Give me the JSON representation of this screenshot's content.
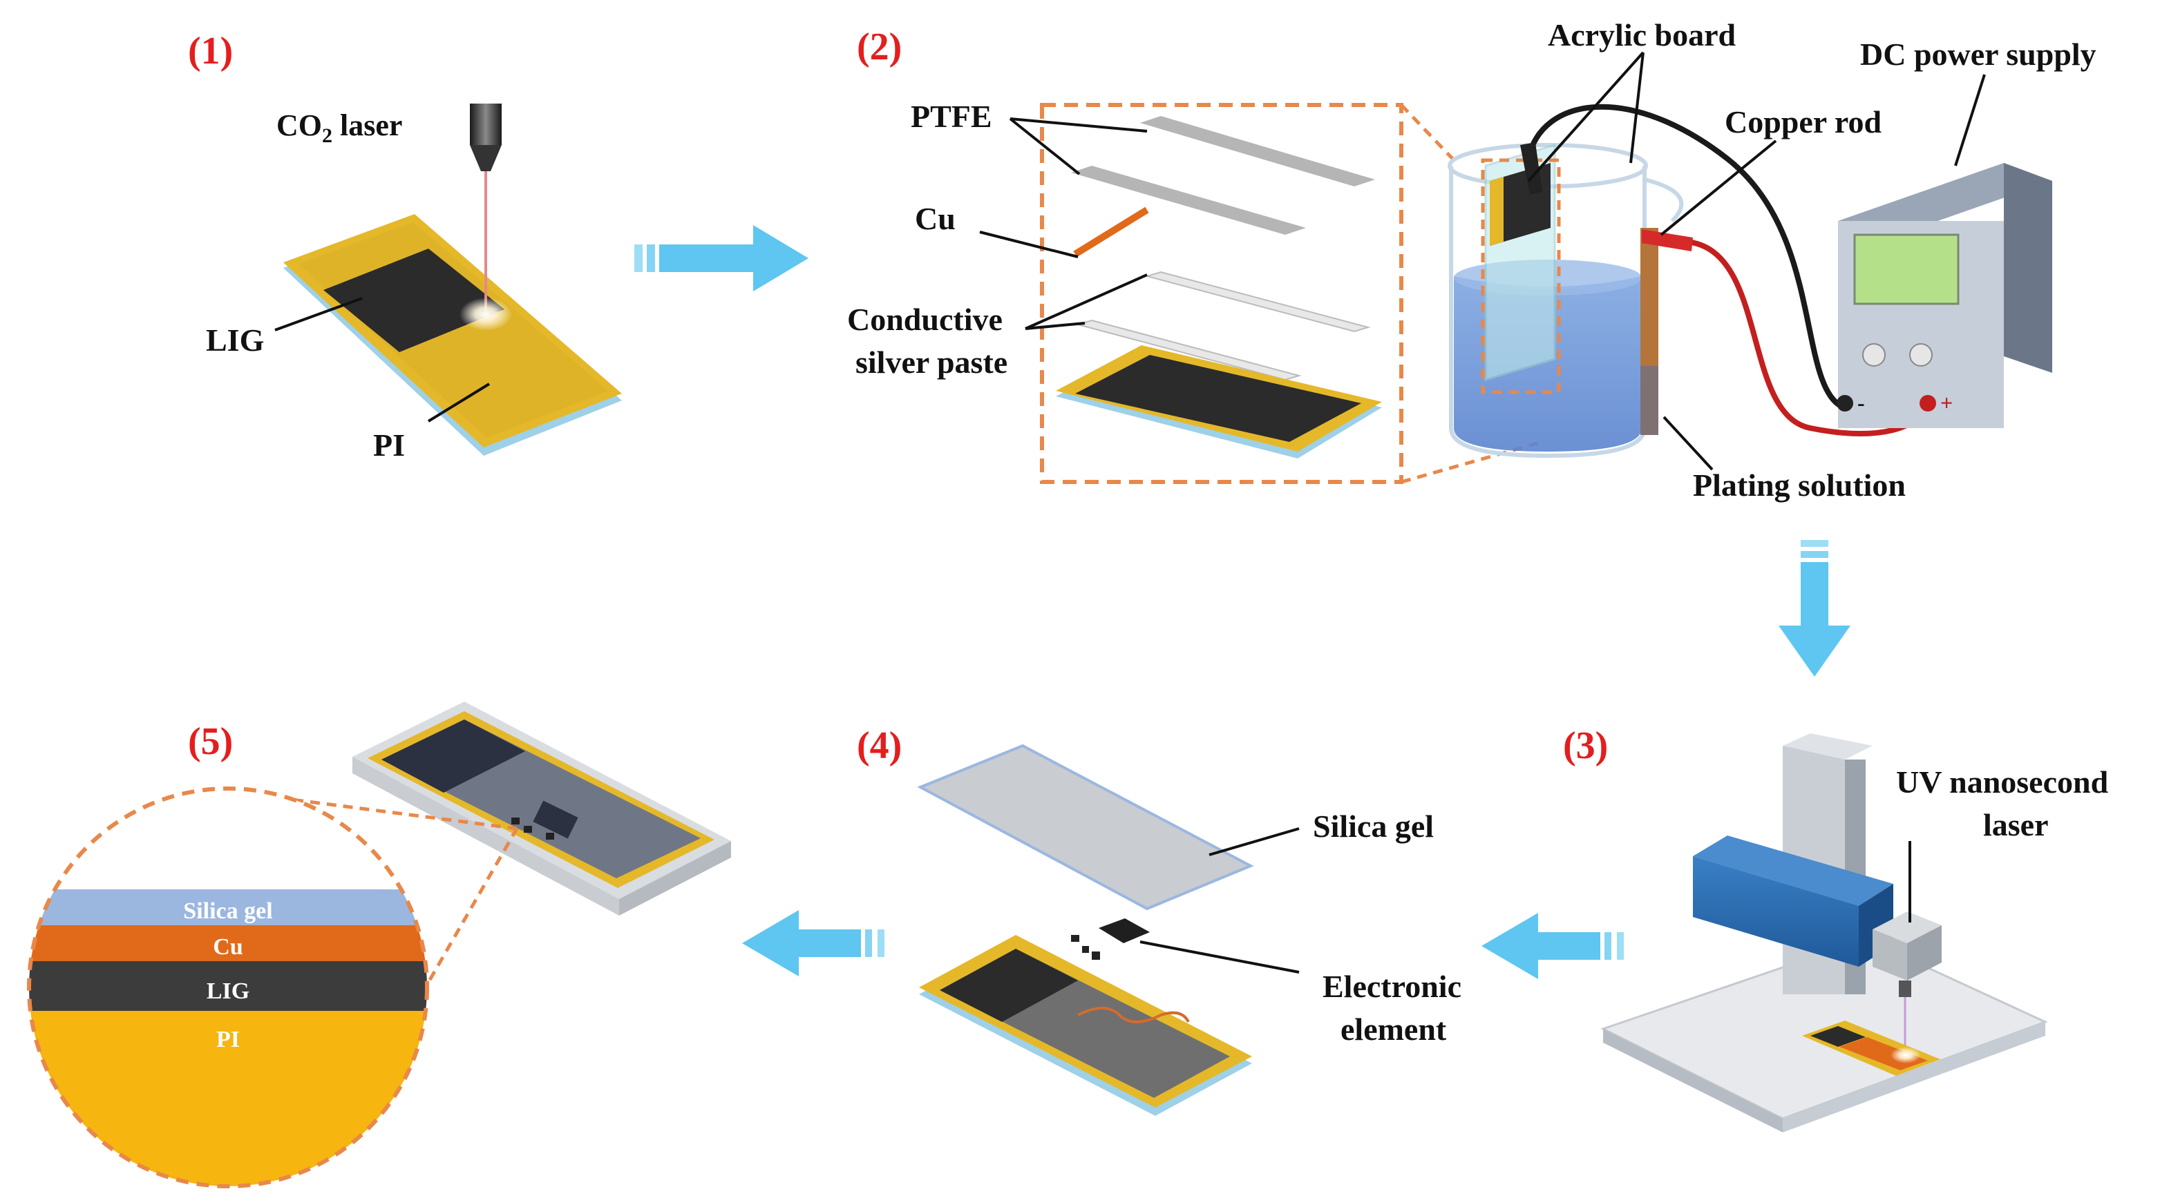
{
  "steps": {
    "s1": "(1)",
    "s2": "(2)",
    "s3": "(3)",
    "s4": "(4)",
    "s5": "(5)"
  },
  "step1": {
    "laser_main": "CO",
    "laser_sub": "2",
    "laser_tail": " laser",
    "lig": "LIG",
    "pi": "PI"
  },
  "step2": {
    "ptfe": "PTFE",
    "cu": "Cu",
    "paste_line1": "Conductive",
    "paste_line2": "silver paste",
    "acrylic": "Acrylic board",
    "copper_rod": "Copper rod",
    "dc_supply": "DC power supply",
    "plating": "Plating solution",
    "minus": "-",
    "plus": "+"
  },
  "step3": {
    "uv_line1": "UV nanosecond",
    "uv_line2": "laser"
  },
  "step4": {
    "silica": "Silica gel",
    "elec_line1": "Electronic",
    "elec_line2": "element"
  },
  "step5": {
    "layer_silica": "Silica gel",
    "layer_cu": "Cu",
    "layer_lig": "LIG",
    "layer_pi": "PI"
  },
  "colors": {
    "step_label": "#e41e1e",
    "arrow": "#5ec6f0",
    "pi_yellow": "#e5b82a",
    "lig_black": "#2b2b2b",
    "copper": "#e06a1a",
    "silica": "#9bb7e0",
    "dashed_orange": "#e8884a"
  }
}
